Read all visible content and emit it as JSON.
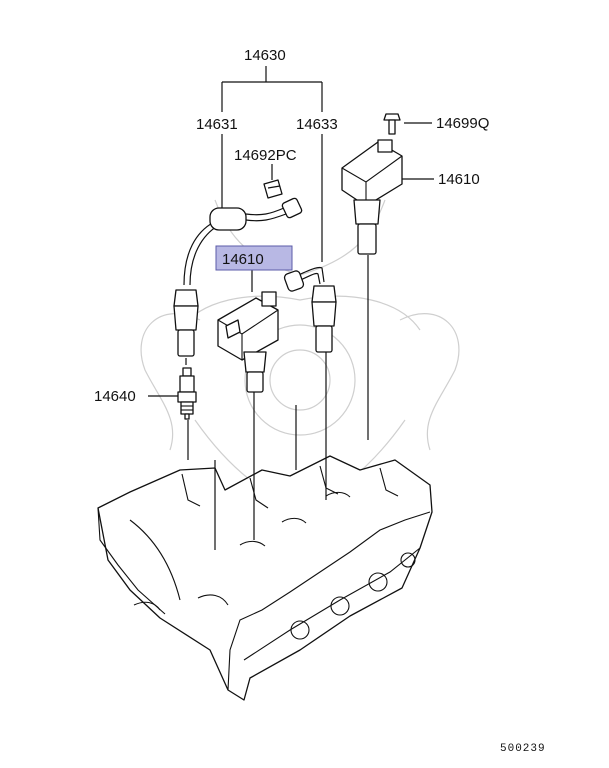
{
  "diagram": {
    "labels": {
      "harness": "14630",
      "wire_long": "14631",
      "wire_short": "14633",
      "bolt": "14699Q",
      "clip": "14692PC",
      "coil_upper": "14610",
      "coil_lower": "14610",
      "spark_plug": "14640"
    },
    "figure_number": "500239",
    "colors": {
      "highlight_fill": "#b8b8e4",
      "highlight_stroke": "#5b5ba8",
      "line": "#111111",
      "watermark": "#cfcfcf"
    }
  }
}
